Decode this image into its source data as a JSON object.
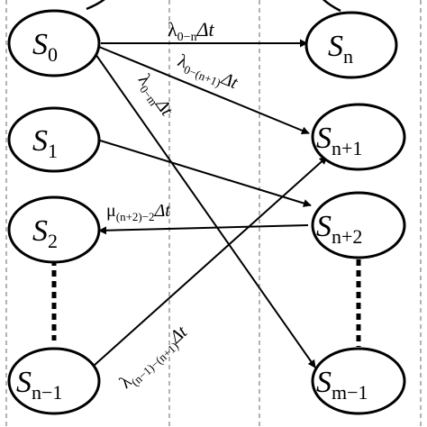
{
  "nodes": {
    "s0": {
      "main": "S",
      "sub": "0"
    },
    "s1": {
      "main": "S",
      "sub": "1"
    },
    "s2": {
      "main": "S",
      "sub": "2"
    },
    "sn1m": {
      "main": "S",
      "sub": "n−1"
    },
    "sn": {
      "main": "S",
      "sub": "n"
    },
    "snp1": {
      "main": "S",
      "sub": "n+1"
    },
    "snp2": {
      "main": "S",
      "sub": "n+2"
    },
    "sm1": {
      "main": "S",
      "sub": "m−1"
    }
  },
  "edges": {
    "e_s0_sn": {
      "sym": "λ",
      "sub": "0−n",
      "tail": "Δt"
    },
    "e_s0_snp1": {
      "sym": "λ",
      "sub": "0−(n+1)",
      "tail": "Δt"
    },
    "e_s0_sm1": {
      "sym": "λ",
      "sub": "0−m",
      "tail": "Δt"
    },
    "e_snp2_s2": {
      "sym": "μ",
      "sub": "(n+2)−2",
      "tail": "Δt"
    },
    "e_sn1_snp1": {
      "sym": "λ",
      "sub": "(n−1)−(n+1)",
      "tail": "Δt"
    }
  },
  "colors": {
    "stroke": "#000000",
    "divider": "#666666",
    "background": "#ffffff"
  }
}
